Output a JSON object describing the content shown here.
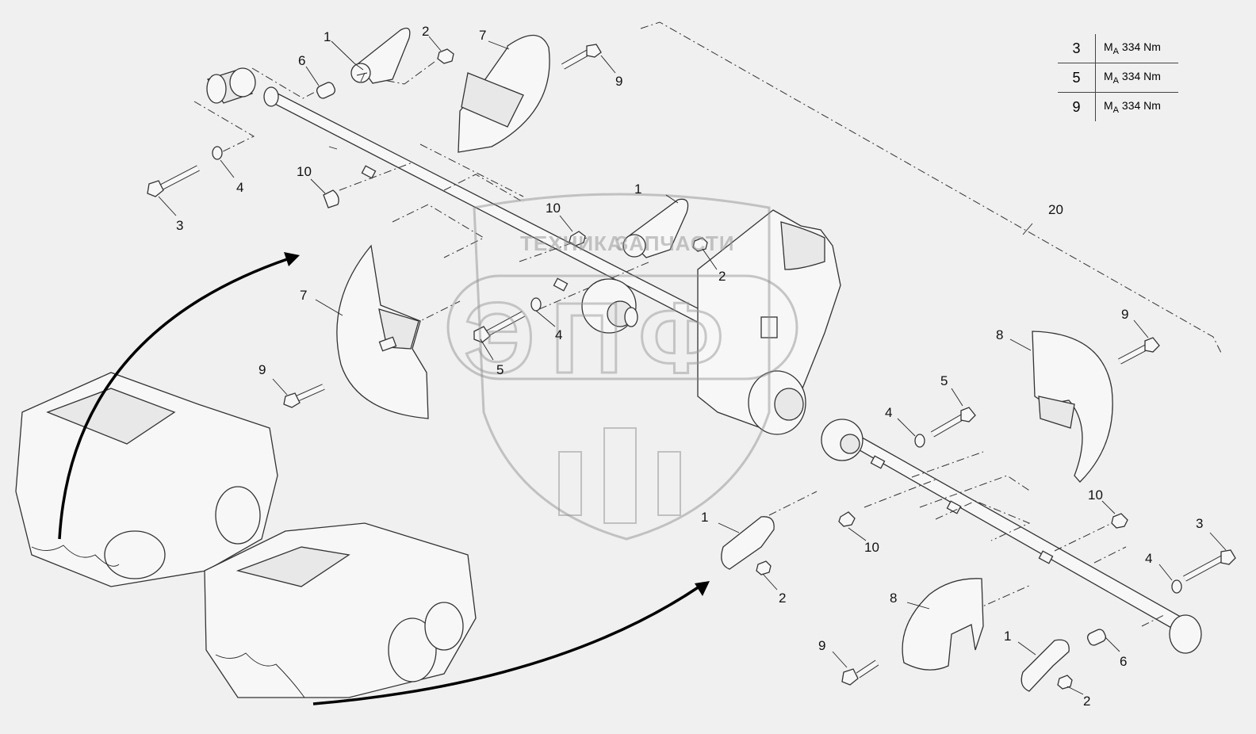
{
  "torque_table": {
    "rows": [
      {
        "pos": "3",
        "symbol": "M",
        "sub": "A",
        "value": "334 Nm"
      },
      {
        "pos": "5",
        "symbol": "M",
        "sub": "A",
        "value": "334 Nm"
      },
      {
        "pos": "9",
        "symbol": "M",
        "sub": "A",
        "value": "334 Nm"
      }
    ]
  },
  "callouts": {
    "c1a": "1",
    "c2a": "2",
    "c7a": "7",
    "c9a": "9",
    "c6a": "6",
    "c4a": "4",
    "c3a": "3",
    "c10a": "10",
    "c10b": "10",
    "c1b": "1",
    "c2b": "2",
    "c7b": "7",
    "c4b": "4",
    "c5a": "5",
    "c9b": "9",
    "c20": "20",
    "c8a": "8",
    "c9c": "9",
    "c5b": "5",
    "c4c": "4",
    "c10c": "10",
    "c1c": "1",
    "c10d": "10",
    "c2c": "2",
    "c3b": "3",
    "c4d": "4",
    "c8b": "8",
    "c9d": "9",
    "c1d": "1",
    "c6b": "6",
    "c2d": "2"
  },
  "watermark": {
    "left_text": "ТЕХНИКА",
    "right_text": "ЗАПЧАСТИ",
    "logo_letters": "ЭПФ"
  }
}
